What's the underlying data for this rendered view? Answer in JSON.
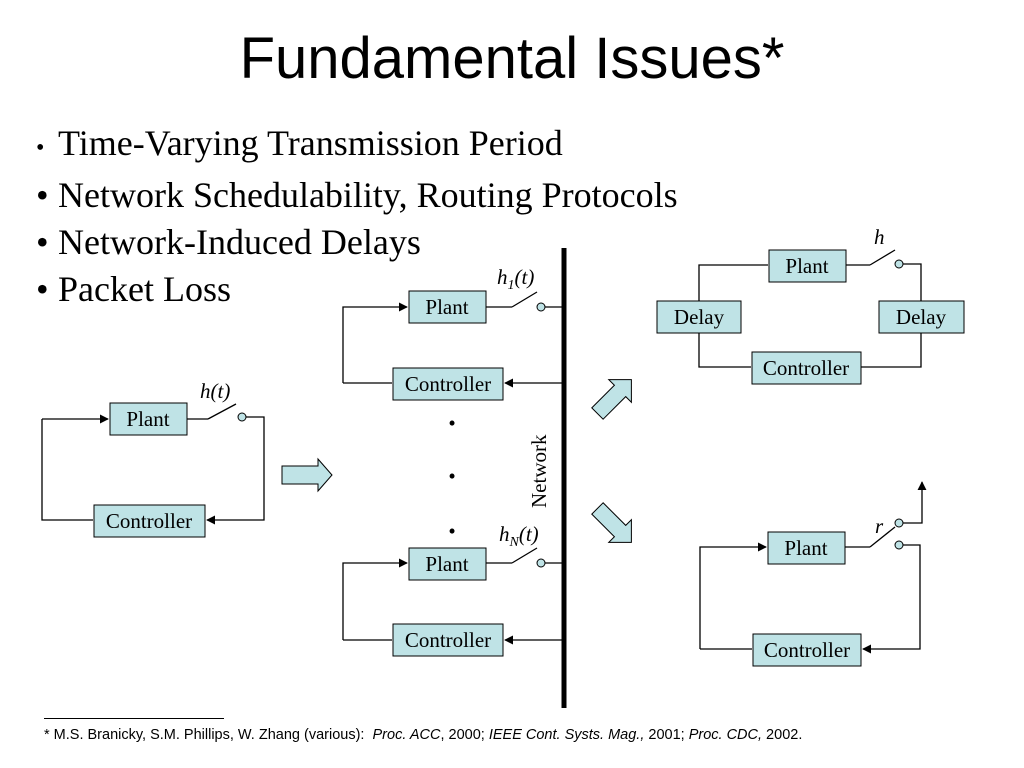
{
  "slide": {
    "title": "Fundamental Issues*",
    "bullets": [
      "Time-Varying Transmission Period",
      "Network Schedulability, Routing Protocols",
      "Network-Induced Delays",
      "Packet Loss"
    ],
    "bullet_glyph": "•"
  },
  "diagram": {
    "plant": "Plant",
    "controller": "Controller",
    "delay": "Delay",
    "network": "Network",
    "labels": {
      "h_of_t": "h(t)",
      "h1_base": "h",
      "h1_sub": "1",
      "h1_arg": "(t)",
      "hN_base": "h",
      "hN_sub": "N",
      "hN_arg": "(t)",
      "h": "h",
      "r": "r"
    },
    "ellipsis": [
      "•",
      "•",
      "•"
    ]
  },
  "footnote": {
    "prefix": "* M.S. Branicky, S.M. Phillips, W. Zhang (various):",
    "ref1": "Proc. ACC",
    "ref1_year": ", 2000; ",
    "ref2": "IEEE Cont. Systs. Mag.,",
    "ref2_year": " 2001; ",
    "ref3": "Proc. CDC,",
    "ref3_year": " 2002."
  },
  "colors": {
    "box_fill": "#bfe3e6",
    "arrow_fill": "#bfe3e6"
  }
}
